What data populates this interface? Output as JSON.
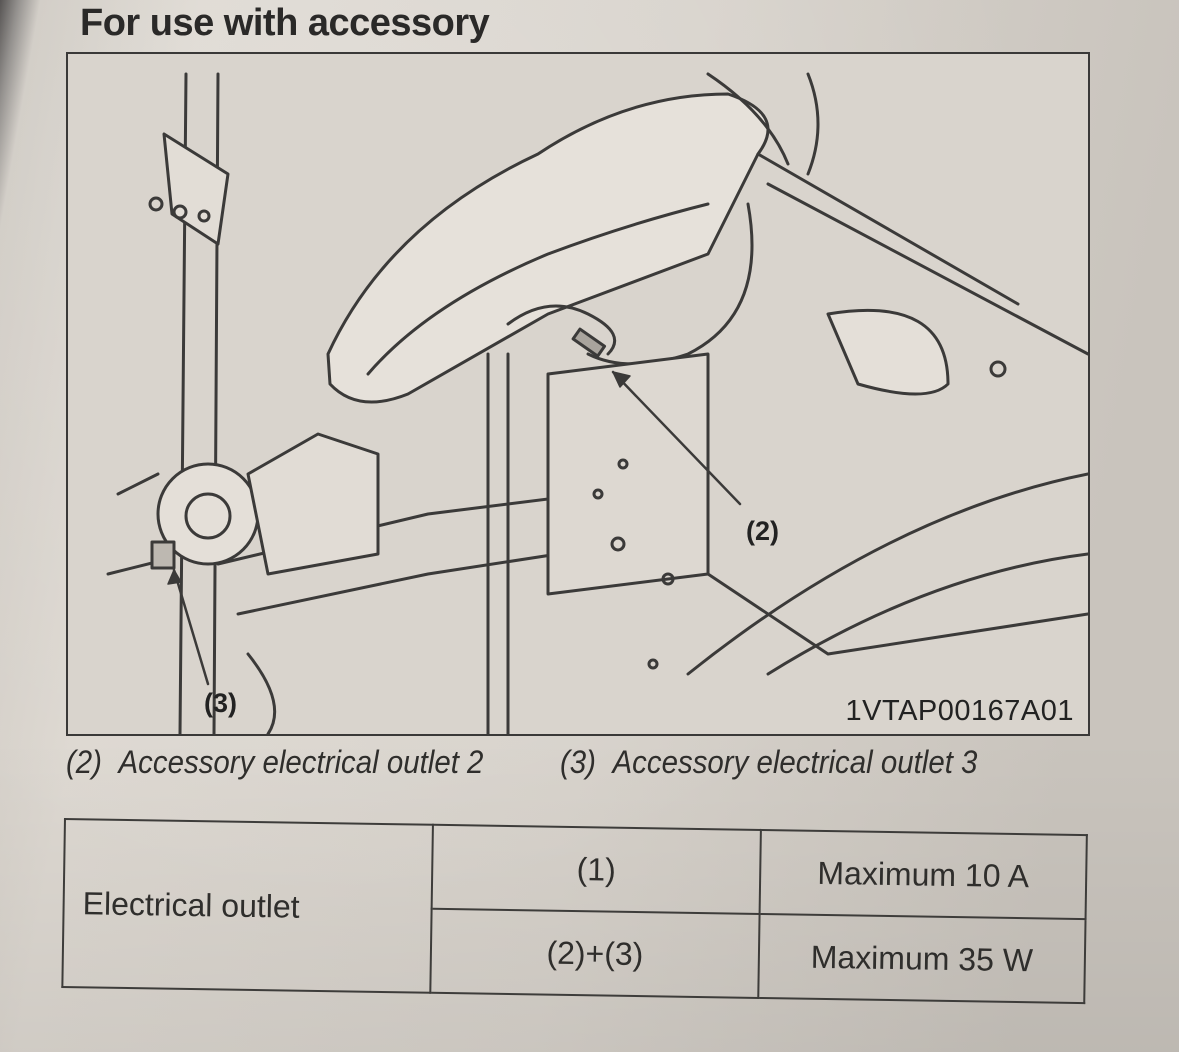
{
  "heading": "For use with accessory",
  "figure": {
    "callout_2": "(2)",
    "callout_3": "(3)",
    "code": "1VTAP00167A01"
  },
  "captions": [
    {
      "num": "(2)",
      "text": "Accessory electrical outlet 2"
    },
    {
      "num": "(3)",
      "text": "Accessory electrical outlet 3"
    }
  ],
  "table": {
    "label": "Electrical outlet",
    "rows": [
      {
        "outlet": "(1)",
        "rating": "Maximum 10 A"
      },
      {
        "outlet": "(2)+(3)",
        "rating": "Maximum 35 W"
      }
    ]
  }
}
